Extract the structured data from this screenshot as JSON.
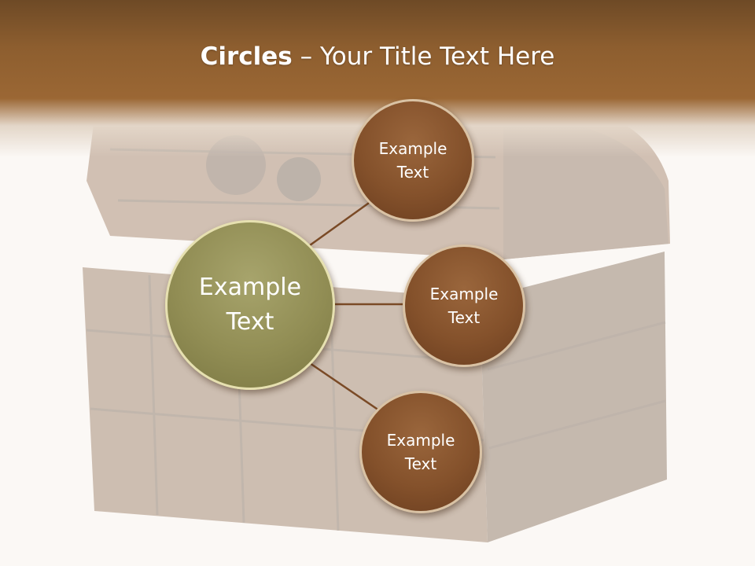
{
  "title": {
    "bold": "Circles",
    "rest": " – Your Title Text Here"
  },
  "diagram": {
    "center": {
      "text": "Example\nText"
    },
    "satellites": [
      {
        "text": "Example\nText"
      },
      {
        "text": "Example\nText"
      },
      {
        "text": "Example\nText"
      }
    ]
  },
  "colors": {
    "header": "#8d5e2f",
    "satellite_fill": "#84512b",
    "center_fill": "#918d54",
    "connector": "#7a4a26",
    "background": "#fbf8f5"
  }
}
